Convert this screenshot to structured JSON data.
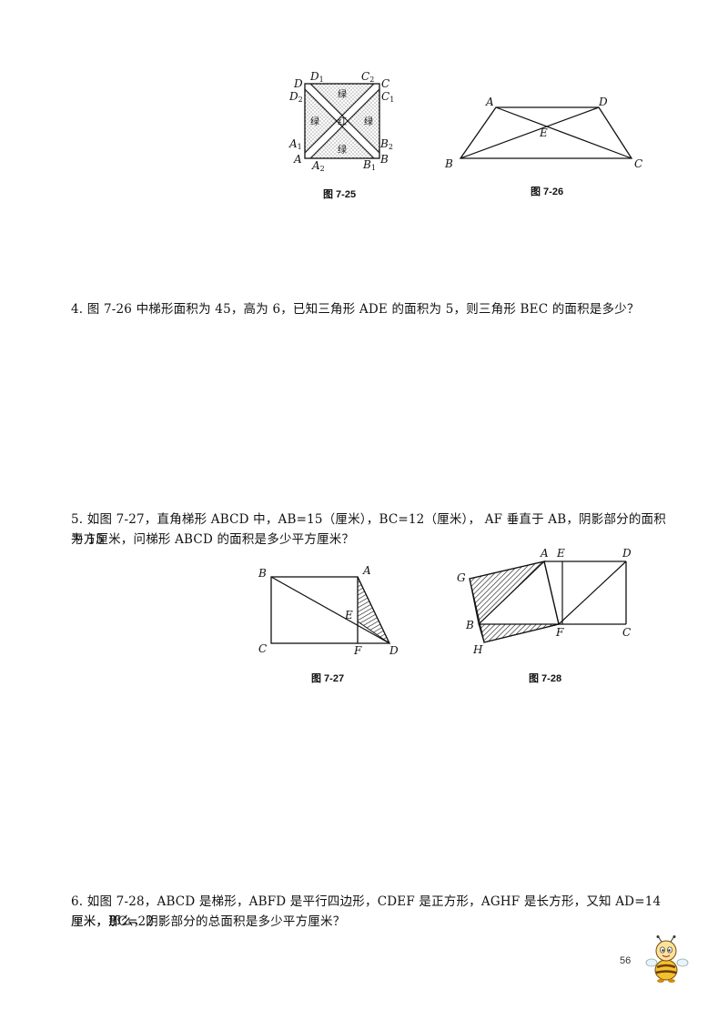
{
  "figures": {
    "fig_7_25": {
      "caption": "图 7-25",
      "labels": {
        "D": "D",
        "D1": "D",
        "D1_sub": "1",
        "C2": "C",
        "C2_sub": "2",
        "C": "C",
        "D2": "D",
        "D2_sub": "2",
        "C1": "C",
        "C1_sub": "1",
        "A1": "A",
        "A1_sub": "1",
        "B2": "B",
        "B2_sub": "2",
        "A": "A",
        "A2": "A",
        "A2_sub": "2",
        "B1": "B",
        "B1_sub": "1",
        "B": "B"
      },
      "regions": {
        "top": "绿",
        "left": "绿",
        "center": "红",
        "right": "绿",
        "bottom": "绿"
      }
    },
    "fig_7_26": {
      "caption": "图 7-26",
      "labels": {
        "A": "A",
        "D": "D",
        "E": "E",
        "B": "B",
        "C": "C"
      }
    },
    "fig_7_27": {
      "caption": "图 7-27",
      "labels": {
        "B": "B",
        "A": "A",
        "E": "E",
        "C": "C",
        "F": "F",
        "D": "D"
      }
    },
    "fig_7_28": {
      "caption": "图 7-28",
      "labels": {
        "A": "A",
        "E": "E",
        "D": "D",
        "G": "G",
        "B": "B",
        "F": "F",
        "C": "C",
        "H": "H"
      }
    }
  },
  "questions": {
    "q4": "4. 图 7-26 中梯形面积为 45，高为 6，已知三角形 ADE 的面积为 5，则三角形 BEC 的面积是多少？",
    "q5_line1": "5. 如图 7-27，直角梯形 ABCD 中，AB=15（厘米），BC=12（厘米）， AF 垂直于 AB，阴影部分的面积为 15",
    "q5_line2": "平方厘米，问梯形 ABCD 的面积是多少平方厘米？",
    "q6_line1": "6. 如图 7-28，ABCD 是梯形，ABFD 是平行四边形，CDEF 是正方形，AGHF 是长方形，又知 AD=14 厘米，BC=22",
    "q6_line2": "厘米，那么，阴影部分的总面积是多少平方厘米？"
  },
  "footer": {
    "page_number": "56",
    "mascot_icon": "bee-mascot-icon"
  }
}
